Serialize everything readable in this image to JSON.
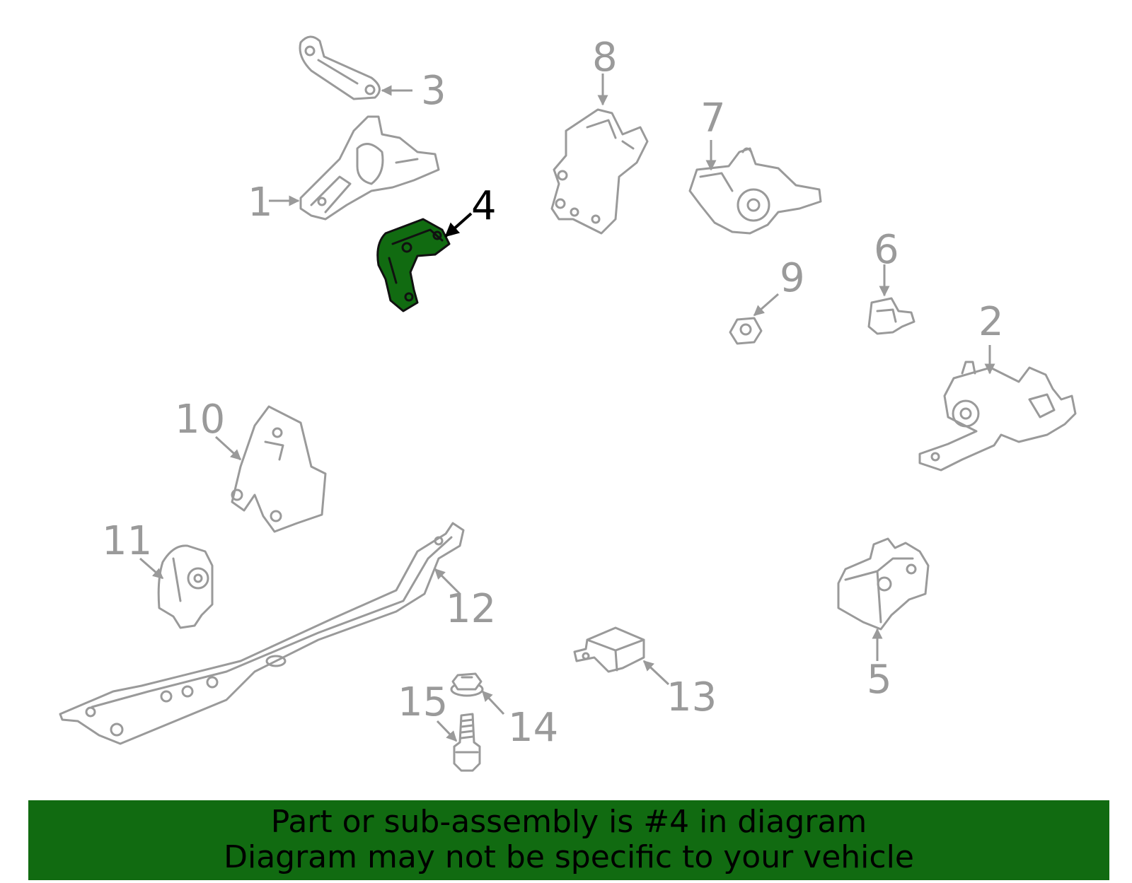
{
  "diagram": {
    "highlight_color": "#116b11",
    "part_color": "#9a9a9a",
    "callouts": {
      "c1": "1",
      "c2": "2",
      "c3": "3",
      "c4": "4",
      "c5": "5",
      "c6": "6",
      "c7": "7",
      "c8": "8",
      "c9": "9",
      "c10": "10",
      "c11": "11",
      "c12": "12",
      "c13": "13",
      "c14": "14",
      "c15": "15"
    }
  },
  "banner": {
    "line1": "Part or sub-assembly is #4 in diagram",
    "line2": "Diagram may not be specific to your vehicle",
    "background": "#116b11"
  }
}
